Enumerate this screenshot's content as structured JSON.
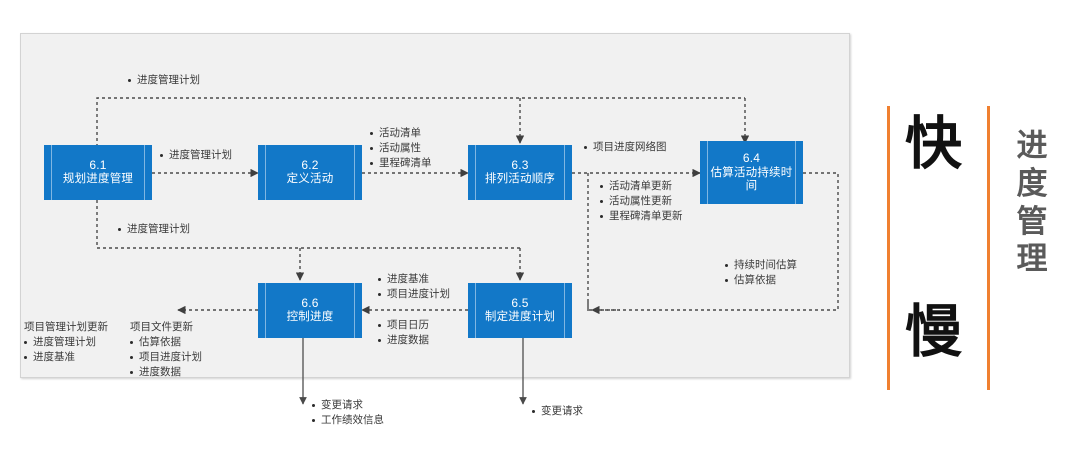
{
  "diagram": {
    "title_block": {
      "hero_top": "快",
      "hero_bottom": "慢",
      "vertical_title": "进度管理",
      "accent_color": "#F08030"
    },
    "box_color": "#1278C8",
    "processes": [
      {
        "id": "6.1",
        "number": "6.1",
        "name": "规划进度管理"
      },
      {
        "id": "6.2",
        "number": "6.2",
        "name": "定义活动"
      },
      {
        "id": "6.3",
        "number": "6.3",
        "name": "排列活动顺序"
      },
      {
        "id": "6.4",
        "number": "6.4",
        "name": "估算活动持续时间"
      },
      {
        "id": "6.5",
        "number": "6.5",
        "name": "制定进度计划"
      },
      {
        "id": "6.6",
        "number": "6.6",
        "name": "控制进度"
      }
    ],
    "annotations": {
      "top_loop": {
        "items": [
          "进度管理计划"
        ]
      },
      "p61_to_p62": {
        "items": [
          "进度管理计划"
        ]
      },
      "p62_to_p63": {
        "items": [
          "活动清单",
          "活动属性",
          "里程碑清单"
        ]
      },
      "p63_to_p64": {
        "items": [
          "项目进度网络图"
        ]
      },
      "p63_updates": {
        "items": [
          "活动清单更新",
          "活动属性更新",
          "里程碑清单更新"
        ]
      },
      "p64_outputs": {
        "items": [
          "持续时间估算",
          "估算依据"
        ]
      },
      "mid_loop": {
        "items": [
          "进度管理计划"
        ]
      },
      "p65_to_p66_upper": {
        "items": [
          "进度基准",
          "项目进度计划"
        ]
      },
      "p65_to_p66_lower": {
        "items": [
          "项目日历",
          "进度数据"
        ]
      },
      "pm_plan_updates": {
        "header": "项目管理计划更新",
        "items": [
          "进度管理计划",
          "进度基准"
        ]
      },
      "project_doc_updates": {
        "header": "项目文件更新",
        "items": [
          "估算依据",
          "项目进度计划",
          "进度数据"
        ]
      },
      "p66_outputs": {
        "items": [
          "变更请求",
          "工作绩效信息"
        ]
      },
      "p65_outputs": {
        "items": [
          "变更请求"
        ]
      }
    }
  }
}
